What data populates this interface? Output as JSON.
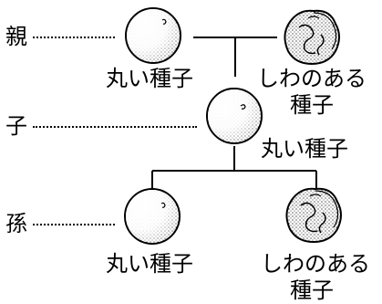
{
  "generations": {
    "parent": "親",
    "child": "子",
    "grandchild": "孫"
  },
  "seed_labels": {
    "round": "丸い種子",
    "wrinkled_line1": "しわのある",
    "wrinkled_line2": "種子"
  },
  "colors": {
    "ink": "#000000",
    "background": "#ffffff"
  }
}
